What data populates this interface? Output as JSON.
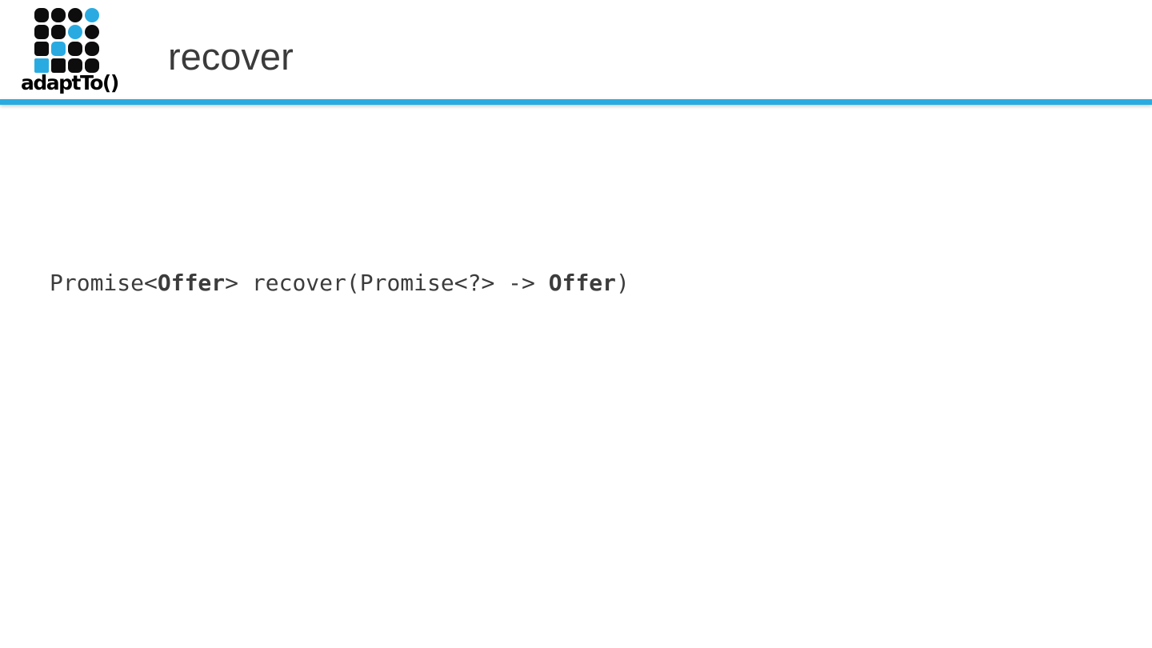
{
  "slide": {
    "title": "recover",
    "code": {
      "plain": "Promise<Offer> recover(Promise<?> -> Offer)",
      "segments": [
        {
          "text": "Promise<",
          "bold": false
        },
        {
          "text": "Offer",
          "bold": true
        },
        {
          "text": "> recover(Promise<?> -> ",
          "bold": false
        },
        {
          "text": "Offer",
          "bold": true
        },
        {
          "text": ")",
          "bold": false
        }
      ]
    }
  },
  "logo": {
    "icon": "adaptto-logo-grid-icon",
    "wordmark": "adaptTo()",
    "grid": [
      [
        "black",
        "black",
        "black",
        "cyan"
      ],
      [
        "black",
        "black",
        "cyan",
        "black"
      ],
      [
        "black",
        "cyan",
        "black",
        "black"
      ],
      [
        "cyan",
        "black",
        "black",
        "black"
      ]
    ]
  },
  "colors": {
    "accent_blue": "#29abe2",
    "logo_black": "#0d0d0d",
    "title_gray": "#3b3b3b",
    "code_gray": "#3c3c3c"
  }
}
